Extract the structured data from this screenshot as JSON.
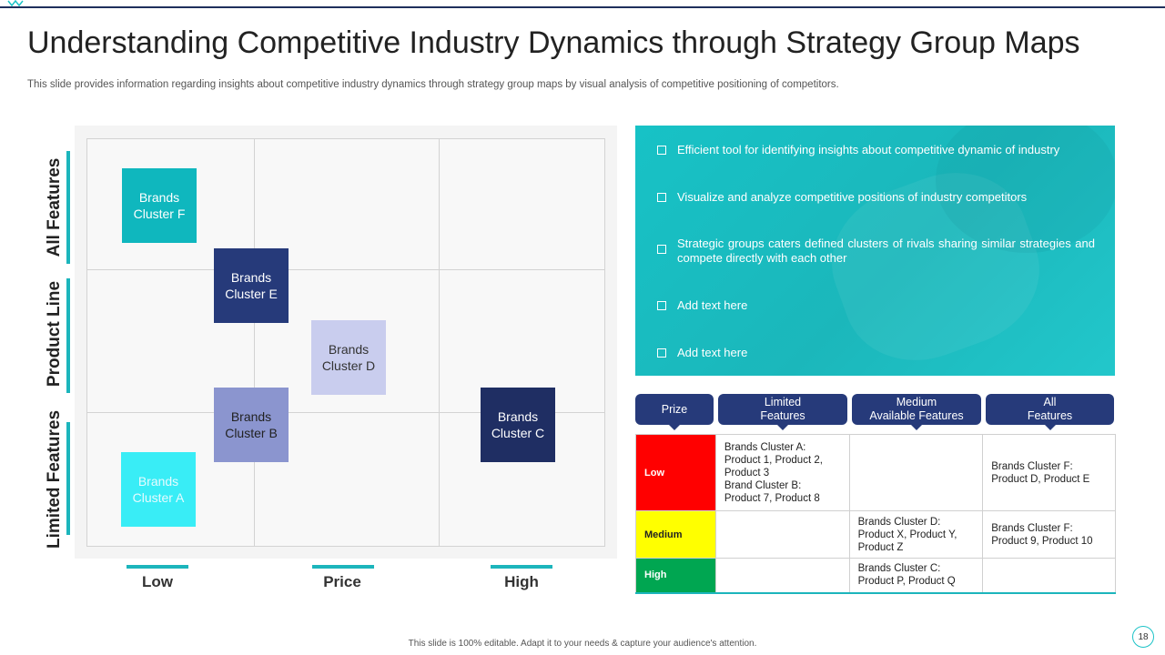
{
  "slide": {
    "title": "Understanding Competitive Industry Dynamics through Strategy Group Maps",
    "subtitle": "This slide provides information regarding insights about competitive industry dynamics through strategy group maps by visual analysis of competitive positioning of competitors.",
    "footer": "This slide is 100% editable. Adapt it to your needs & capture your audience's attention.",
    "page_number": "18"
  },
  "map": {
    "y_axis": [
      "All Features",
      "Product Line",
      "Limited Features"
    ],
    "x_axis": [
      "Low",
      "Price",
      "High"
    ],
    "clusters": [
      {
        "line1": "Brands",
        "line2": "Cluster F",
        "color": "#0fb7be"
      },
      {
        "line1": "Brands",
        "line2": "Cluster E",
        "color": "#263a7a"
      },
      {
        "line1": "Brands",
        "line2": "Cluster D",
        "color": "#c9cdee"
      },
      {
        "line1": "Brands",
        "line2": "Cluster B",
        "color": "#8b95cf"
      },
      {
        "line1": "Brands",
        "line2": "Cluster C",
        "color": "#1f2e63"
      },
      {
        "line1": "Brands",
        "line2": "Cluster A",
        "color": "#39edf6"
      }
    ]
  },
  "info": {
    "bullets": [
      "Efficient tool for identifying insights about competitive dynamic of industry",
      "Visualize and analyze competitive positions of industry competitors",
      "Strategic groups caters defined clusters of rivals sharing similar strategies and compete directly with each other",
      "Add text here",
      "Add text here"
    ]
  },
  "table": {
    "headers": [
      {
        "line1": "Prize",
        "line2": ""
      },
      {
        "line1": "Limited",
        "line2": "Features"
      },
      {
        "line1": "Medium",
        "line2": "Available Features"
      },
      {
        "line1": "All",
        "line2": "Features"
      }
    ],
    "rows": [
      {
        "level": "Low",
        "limited": [
          "Brands Cluster A:",
          "Product 1, Product 2,",
          "Product 3",
          "Brand Cluster B:",
          "Product 7, Product 8"
        ],
        "medium": [],
        "all": [
          "Brands Cluster F:",
          "Product D, Product E"
        ]
      },
      {
        "level": "Medium",
        "limited": [],
        "medium": [
          "Brands Cluster D:",
          "Product X, Product Y,",
          "Product Z"
        ],
        "all": [
          "Brands Cluster F:",
          "Product 9, Product 10"
        ]
      },
      {
        "level": "High",
        "limited": [],
        "medium": [
          "Brands Cluster C:",
          "Product P, Product Q"
        ],
        "all": []
      }
    ],
    "level_colors": {
      "low": "#ff0000",
      "medium": "#ffff00",
      "high": "#00a651"
    }
  }
}
